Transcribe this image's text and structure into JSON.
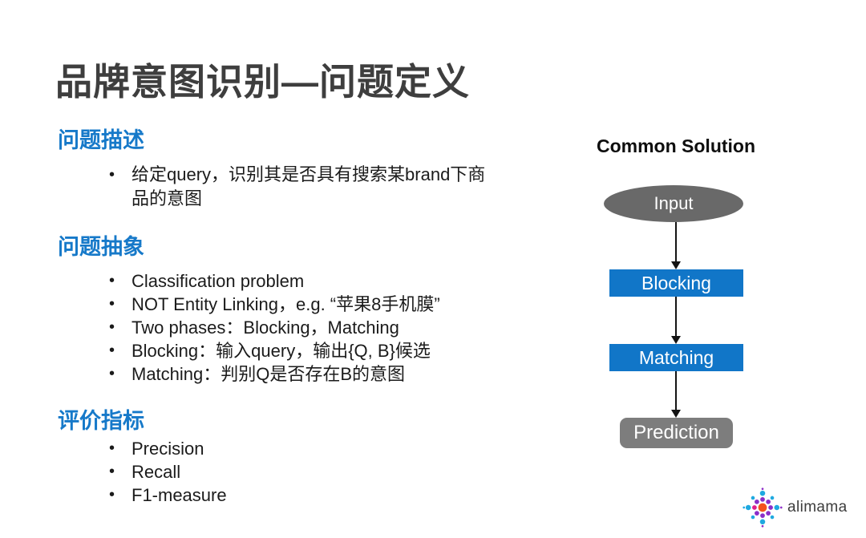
{
  "slide": {
    "title": "品牌意图识别—问题定义",
    "sections": [
      {
        "heading": "问题描述",
        "bullets": [
          "给定query，识别其是否具有搜索某brand下商品的意图"
        ]
      },
      {
        "heading": "问题抽象",
        "bullets": [
          "Classification problem",
          "NOT Entity Linking，e.g. “苹果8手机膜”",
          "Two phases：Blocking，Matching",
          "Blocking：输入query，输出{Q, B}候选",
          "Matching：判别Q是否存在B的意图"
        ]
      },
      {
        "heading": "评价指标",
        "bullets": [
          "Precision",
          "Recall",
          "F1-measure"
        ]
      }
    ]
  },
  "diagram": {
    "title": "Common Solution",
    "nodes": [
      {
        "id": "input",
        "label": "Input",
        "shape": "ellipse",
        "fill": "#696969"
      },
      {
        "id": "blocking",
        "label": "Blocking",
        "shape": "rect",
        "fill": "#1176C8"
      },
      {
        "id": "matching",
        "label": "Matching",
        "shape": "rect",
        "fill": "#1176C8"
      },
      {
        "id": "prediction",
        "label": "Prediction",
        "shape": "rounded-rect",
        "fill": "#7D7D7D"
      }
    ],
    "edges": [
      {
        "from": "Input",
        "to": "Blocking"
      },
      {
        "from": "Blocking",
        "to": "Matching"
      },
      {
        "from": "Matching",
        "to": "Prediction"
      }
    ]
  },
  "branding": {
    "logo_text": "alimama"
  },
  "colors": {
    "heading_blue": "#1679C9",
    "box_blue": "#1176C8",
    "input_gray": "#696969",
    "prediction_gray": "#7D7D7D",
    "title_gray": "#3E3E3E",
    "body_text": "#1B1B1B",
    "logo_orange": "#F4511E",
    "logo_purple": "#8B2FC9",
    "logo_cyan": "#1FA9E0"
  }
}
